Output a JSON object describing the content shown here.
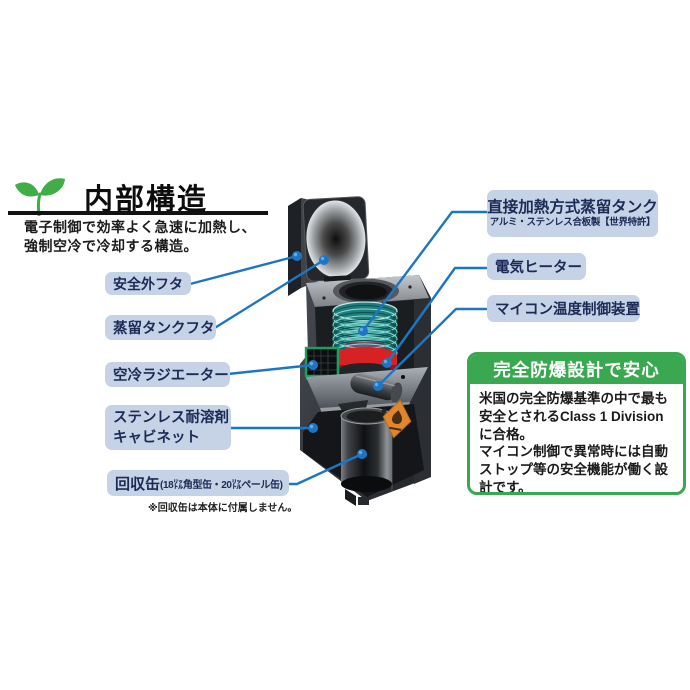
{
  "header": {
    "title": "内部構造",
    "desc1": "電子制御で効率よく急速に加熱し、",
    "desc2": "強制空冷で冷却する構造。"
  },
  "labels_left": {
    "safety_lid": "安全外フタ",
    "tank_lid": "蒸留タンクフタ",
    "radiator": "空冷ラジエーター",
    "cabinet_line1": "ステンレス耐溶剤",
    "cabinet_line2": "キャビネット",
    "recovery_can": "回収缶",
    "recovery_can_detail": "(18㍑角型缶・20㍑ペール缶)",
    "recovery_can_note": "※回収缶は本体に付属しません。"
  },
  "labels_right": {
    "tank": "直接加熱方式蒸留タンク",
    "tank_sub": "アルミ・ステンレス合板製【世界特許】",
    "heater": "電気ヒーター",
    "controller": "マイコン温度制御装置"
  },
  "info_box": {
    "title": "完全防爆設計で安心",
    "p1_pre": "米国の完全防爆基準の中で最も安全とされる",
    "p1_bold": "Class 1 Division",
    "p1_post": "に合格。",
    "p2": "マイコン制御で異常時には自動ストップ等の安全機能が働く設計です。"
  },
  "icons": {
    "leaf": "seedling-icon"
  },
  "colors": {
    "accent_green": "#3aa850",
    "leaf_green": "#3fae47",
    "label_bg": "#c6d2e6",
    "label_text": "#1c2a55",
    "leader_blue": "#1d76c4",
    "heater_red": "#d62222",
    "tank_teal": "#2b9894",
    "hazard_orange": "#e2862c",
    "cabinet_dark": "#2e3236"
  }
}
